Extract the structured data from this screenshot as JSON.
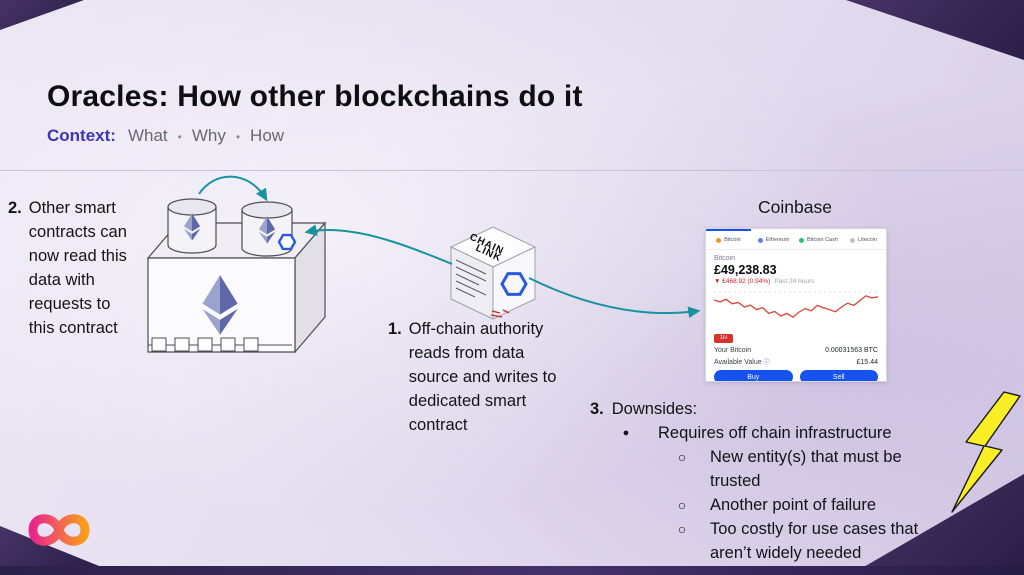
{
  "slide": {
    "title": "Oracles: How other blockchains do it",
    "context": {
      "label": "Context:",
      "separator": "•",
      "items": [
        "What",
        "Why",
        "How"
      ]
    }
  },
  "steps": {
    "step1": {
      "number": "1.",
      "text": "Off-chain authority reads from data source and writes to dedicated smart contract"
    },
    "step2": {
      "number": "2.",
      "text": "Other smart contracts can now read this data with requests to this contract"
    },
    "step3": {
      "number": "3.",
      "label": "Downsides:",
      "bullets": [
        {
          "marker": "●",
          "text": "Requires off chain infrastructure"
        },
        {
          "marker": "○",
          "text": "New entity(s) that must be trusted"
        },
        {
          "marker": "○",
          "text": "Another point of failure"
        },
        {
          "marker": "○",
          "text": "Too costly for use cases that aren’t widely needed"
        }
      ]
    }
  },
  "chainlink": {
    "line1": "CHAIN",
    "line2": "LINK"
  },
  "coinbase": {
    "label": "Coinbase",
    "tabs": [
      {
        "name": "Bitcoin",
        "color": "#f7931a"
      },
      {
        "name": "Ethereum",
        "color": "#627eea"
      },
      {
        "name": "Bitcoin Cash",
        "color": "#2fbf71"
      },
      {
        "name": "Litecoin",
        "color": "#bfbfbf"
      }
    ],
    "asset_name": "Bitcoin",
    "price": "£49,238.83",
    "change": "▼ £468.92 (0.94%)",
    "change_period": "Past 24 hours",
    "time_filter": "1H",
    "rows": [
      {
        "label": "Your Bitcoin",
        "value": "0.00031563 BTC"
      },
      {
        "label": "Available Value",
        "value": "£15.44"
      }
    ],
    "info_icon": "ⓘ",
    "buy_label": "Buy",
    "sell_label": "Sell",
    "sparkline": [
      0.72,
      0.66,
      0.74,
      0.6,
      0.64,
      0.5,
      0.56,
      0.42,
      0.48,
      0.3,
      0.36,
      0.22,
      0.3,
      0.18,
      0.34,
      0.45,
      0.38,
      0.55,
      0.48,
      0.42,
      0.35,
      0.5,
      0.62,
      0.55,
      0.7,
      0.85,
      0.78,
      0.82
    ]
  },
  "colors": {
    "arrow_teal": "#17939f",
    "coinbase_blue": "#1652f0",
    "chainlink_blue": "#2a5ada",
    "lightning_yellow": "#f9ee26",
    "context_accent": "#3d35b8"
  }
}
